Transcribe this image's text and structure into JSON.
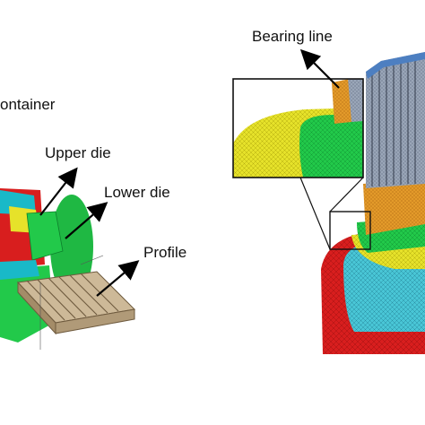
{
  "labels": {
    "container": "ontainer",
    "upper_die": "Upper die",
    "lower_die": "Lower die",
    "profile": "Profile",
    "bearing_line": "Bearing line"
  },
  "colors": {
    "container": "#d81e1e",
    "upper_die": "#19b9c8",
    "lower_die": "#22c94a",
    "yellow_plate": "#e6e22a",
    "profile": "#c8b393",
    "bearing_orange": "#e39a2a",
    "profile_steel": "#8e9bb0",
    "mesh_cyan": "#4ac4d4"
  }
}
